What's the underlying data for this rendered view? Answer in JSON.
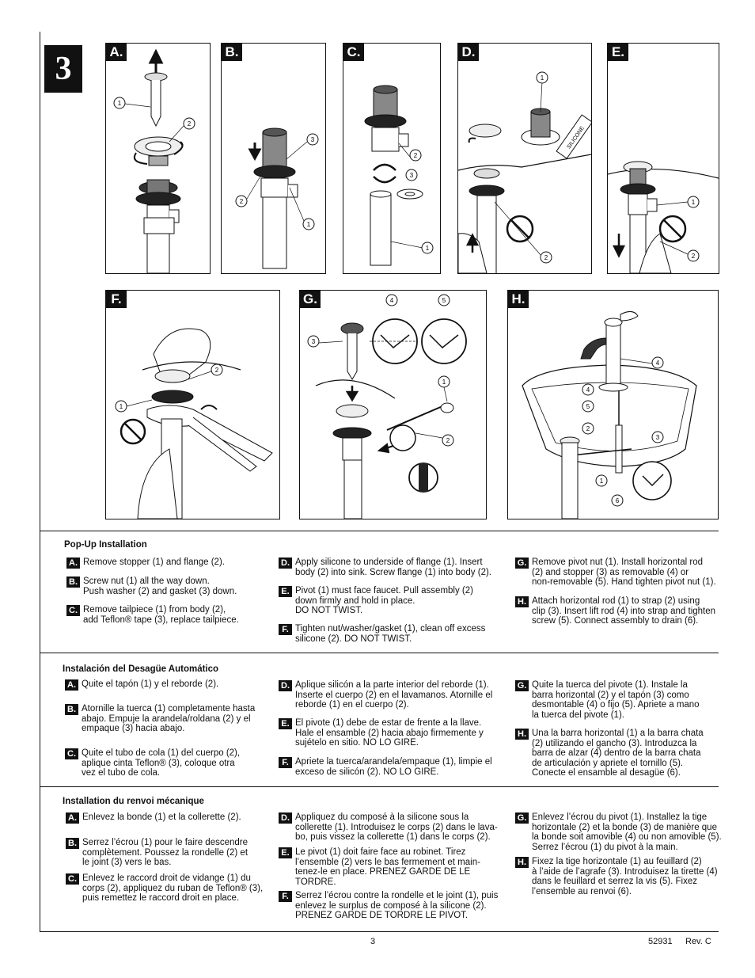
{
  "step_number": "3",
  "panels": [
    {
      "label": "A.",
      "callouts": [
        "1",
        "2"
      ]
    },
    {
      "label": "B.",
      "callouts": [
        "3",
        "2",
        "1"
      ]
    },
    {
      "label": "C.",
      "callouts": [
        "2",
        "3",
        "1"
      ]
    },
    {
      "label": "D.",
      "callouts": [
        "1",
        "2"
      ]
    },
    {
      "label": "E.",
      "callouts": [
        "1",
        "2"
      ]
    },
    {
      "label": "F.",
      "callouts": [
        "2",
        "1"
      ]
    },
    {
      "label": "G.",
      "callouts": [
        "4",
        "5",
        "3",
        "1",
        "2"
      ]
    },
    {
      "label": "H.",
      "callouts": [
        "4",
        "4",
        "5",
        "2",
        "3",
        "1",
        "6"
      ]
    }
  ],
  "silicone_tube_label": "SILICONE",
  "sections": [
    {
      "title": "Pop-Up Installation",
      "columns": [
        [
          {
            "letter": "A.",
            "text": "Remove stopper (1) and flange (2)."
          },
          {
            "letter": "B.",
            "text": "Screw nut (1) all the way down.\nPush washer (2) and gasket (3) down."
          },
          {
            "letter": "C.",
            "text": "Remove tailpiece (1) from body (2),\nadd Teflon® tape (3), replace tailpiece."
          }
        ],
        [
          {
            "letter": "D.",
            "text": "Apply silicone to underside of flange (1). Insert\nbody (2) into sink. Screw flange (1) into body (2)."
          },
          {
            "letter": "E.",
            "text": "Pivot (1) must face faucet. Pull assembly (2)\ndown firmly and hold in place.\nDO NOT TWIST."
          },
          {
            "letter": "F.",
            "text": "Tighten nut/washer/gasket (1), clean off excess\nsilicone (2). DO NOT TWIST."
          }
        ],
        [
          {
            "letter": "G.",
            "text": "Remove pivot nut (1). Install horizontal rod\n(2) and stopper (3) as removable (4) or\nnon-removable (5). Hand tighten pivot nut (1)."
          },
          {
            "letter": "H.",
            "text": "Attach horizontal rod (1) to strap (2) using\nclip (3). Insert lift rod (4) into strap and tighten\nscrew (5). Connect assembly to drain (6)."
          }
        ]
      ]
    },
    {
      "title": "Instalación del Desagüe Automático",
      "columns": [
        [
          {
            "letter": "A.",
            "text": "Quite el tapón (1) y el reborde (2)."
          },
          {
            "letter": "B.",
            "text": "Atornille la tuerca (1) completamente hasta\nabajo. Empuje la arandela/roldana (2) y el\nempaque (3) hacia abajo."
          },
          {
            "letter": "C.",
            "text": "Quite el tubo de cola (1) del cuerpo (2),\naplique cinta Teflon® (3), coloque otra\nvez el tubo de cola."
          }
        ],
        [
          {
            "letter": "D.",
            "text": "Aplique silicón a la parte interior del reborde (1).\nInserte el cuerpo (2) en el lavamanos. Atornille el\nreborde (1) en el cuerpo (2)."
          },
          {
            "letter": "E.",
            "text": "El pivote (1) debe de estar de frente a la llave.\nHale el ensamble (2) hacia abajo firmemente y\nsujételo en sitio. NO LO GIRE."
          },
          {
            "letter": "F.",
            "text": "Apriete la tuerca/arandela/empaque (1), limpie el\nexceso de silicón (2). NO LO GIRE."
          }
        ],
        [
          {
            "letter": "G.",
            "text": "Quite la tuerca del pivote (1). Instale la\nbarra horizontal (2) y el tapón (3) como\ndesmontable (4) o fijo (5). Apriete a mano\nla tuerca del pivote (1)."
          },
          {
            "letter": "H.",
            "text": "Una la barra horizontal (1) a la barra chata\n(2) utilizando el gancho (3). Introduzca la\nbarra de alzar (4) dentro de la barra chata\nde articulación y apriete el tornillo (5).\nConecte el ensamble al desagüe (6)."
          }
        ]
      ]
    },
    {
      "title": "Installation du renvoi mécanique",
      "columns": [
        [
          {
            "letter": "A.",
            "text": "Enlevez la bonde (1) et la collerette (2)."
          },
          {
            "letter": "B.",
            "text": "Serrez l’écrou (1) pour le faire descendre\ncomplètement. Poussez la rondelle (2) et\nle joint (3) vers le bas."
          },
          {
            "letter": "C.",
            "text": "Enlevez le raccord droit de vidange (1) du\ncorps (2), appliquez du ruban de Teflon® (3),\npuis remettez le raccord droit en place."
          }
        ],
        [
          {
            "letter": "D.",
            "text": "Appliquez du composé à la silicone sous la\ncollerette (1). Introduisez le corps (2) dans le lava-\nbo, puis vissez la collerette (1) dans le corps (2)."
          },
          {
            "letter": "E.",
            "text": "Le pivot (1) doit faire face au robinet. Tirez\nl’ensemble (2) vers le bas fermement et main-\ntenez-le en place. PRENEZ GARDE DE LE\nTORDRE."
          },
          {
            "letter": "F.",
            "text": "Serrez l’écrou contre la rondelle et le joint (1), puis\nenlevez le surplus de composé à la silicone (2).\nPRENEZ GARDE DE TORDRE LE PIVOT."
          }
        ],
        [
          {
            "letter": "G.",
            "text": "Enlevez l’écrou du pivot (1). Installez la tige\nhorizontale (2) et la bonde (3) de manière que\nla bonde soit amovible (4) ou non amovible (5).\nSerrez l’écrou (1) du pivot à la main."
          },
          {
            "letter": "H.",
            "text": "Fixez la tige horizontale (1) au feuillard (2)\nà l’aide de l’agrafe (3). Introduisez la tirette (4)\ndans le feuillard et serrez la vis (5). Fixez\nl’ensemble au renvoi (6)."
          }
        ]
      ]
    }
  ],
  "footer": {
    "page": "3",
    "doc_number": "52931",
    "revision": "Rev. C"
  }
}
